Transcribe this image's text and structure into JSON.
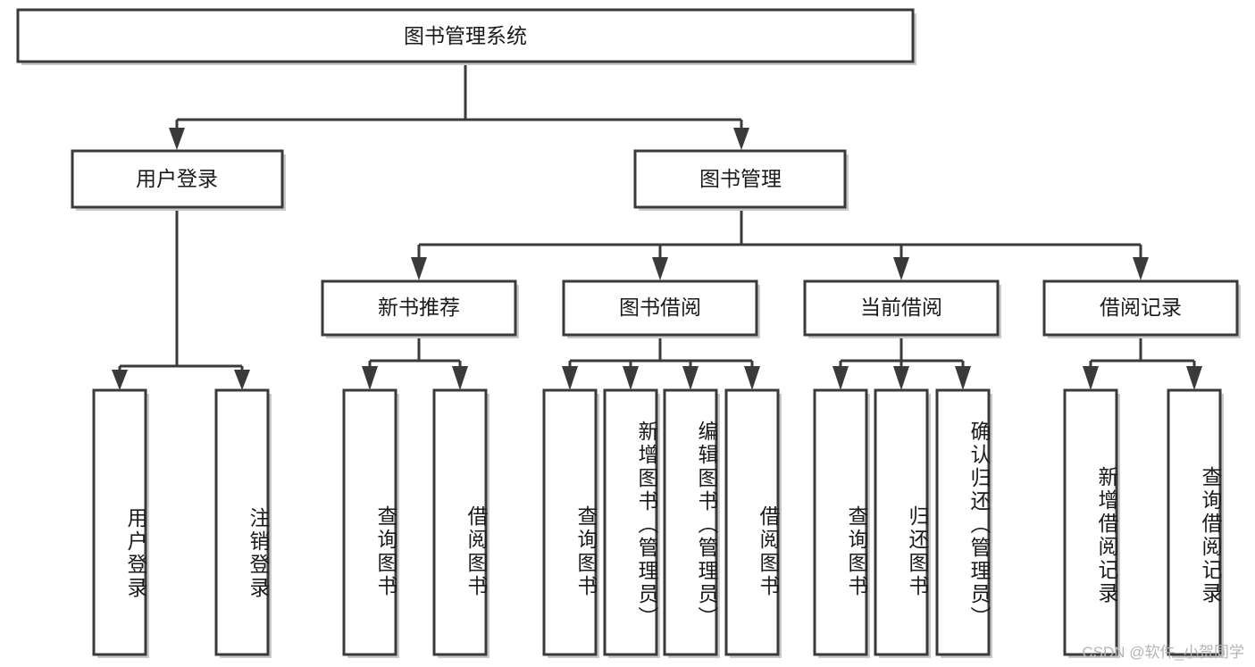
{
  "diagram": {
    "type": "tree-hierarchy",
    "title": "图书管理系统",
    "orientation": "top-down",
    "colors": {
      "box_stroke": "#3a3a3a",
      "box_fill": "#ffffff",
      "connector": "#3a3a3a",
      "text": "#1a1a1a",
      "watermark": "#b4b4b4"
    },
    "root": {
      "label": "图书管理系统"
    },
    "level2": [
      {
        "label": "用户登录"
      },
      {
        "label": "图书管理"
      }
    ],
    "level3": [
      {
        "label": "新书推荐"
      },
      {
        "label": "图书借阅"
      },
      {
        "label": "当前借阅"
      },
      {
        "label": "借阅记录"
      }
    ],
    "leaves": {
      "user_login": [
        {
          "label": "用户登录"
        },
        {
          "label": "注销登录"
        }
      ],
      "new_book_recommend": [
        {
          "label": "查询图书"
        },
        {
          "label": "借阅图书"
        }
      ],
      "book_borrow": [
        {
          "label": "查询图书"
        },
        {
          "label": "新增图书（管理员）"
        },
        {
          "label": "编辑图书（管理员）"
        },
        {
          "label": "借阅图书"
        }
      ],
      "current_borrow": [
        {
          "label": "查询图书"
        },
        {
          "label": "归还图书"
        },
        {
          "label": "确认归还（管理员）"
        }
      ],
      "borrow_record": [
        {
          "label": "新增借阅记录"
        },
        {
          "label": "查询借阅记录"
        }
      ]
    }
  },
  "watermark": {
    "text": "CSDN @软件_小贺同学"
  }
}
